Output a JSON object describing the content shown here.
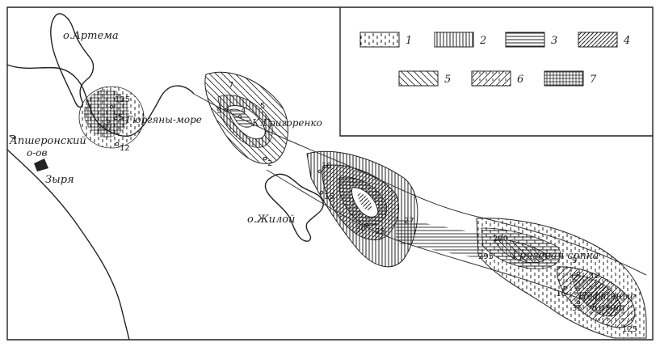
{
  "map": {
    "place_labels": {
      "artema": "о.Артема",
      "apsheron": "Апшеронский",
      "ov_label": "о-ов",
      "zyrya": "Зыря",
      "gyurgyany": "Гюргяны-море",
      "grigorenko": "К.Григоренко",
      "zhiloy": "о.Жилой",
      "gryazevaya": "Грязевая сопка",
      "neftyanye1": "Нефтяные",
      "neftyanye2": "Камни"
    },
    "well_numbers": {
      "g125": "125",
      "g35": "35",
      "g257": "257",
      "g12": "12",
      "k7": "7",
      "k9": "9",
      "k4": "4",
      "k5": "5",
      "k2": "2",
      "z18": "18",
      "z15": "15",
      "z30": "30",
      "z25": "25",
      "z27": "27",
      "s290": "290",
      "s295": "295",
      "s9": "9",
      "s12": "12",
      "s16": "16",
      "s35": "35",
      "s125": "125"
    },
    "legend": [
      {
        "num": "1",
        "pattern": "dashes"
      },
      {
        "num": "2",
        "pattern": "vertical-lines"
      },
      {
        "num": "3",
        "pattern": "horizontal-lines"
      },
      {
        "num": "4",
        "pattern": "diagonal-lines"
      },
      {
        "num": "5",
        "pattern": "sparse-diagonal"
      },
      {
        "num": "6",
        "pattern": "dashes-diagonal"
      },
      {
        "num": "7",
        "pattern": "grid"
      }
    ]
  }
}
